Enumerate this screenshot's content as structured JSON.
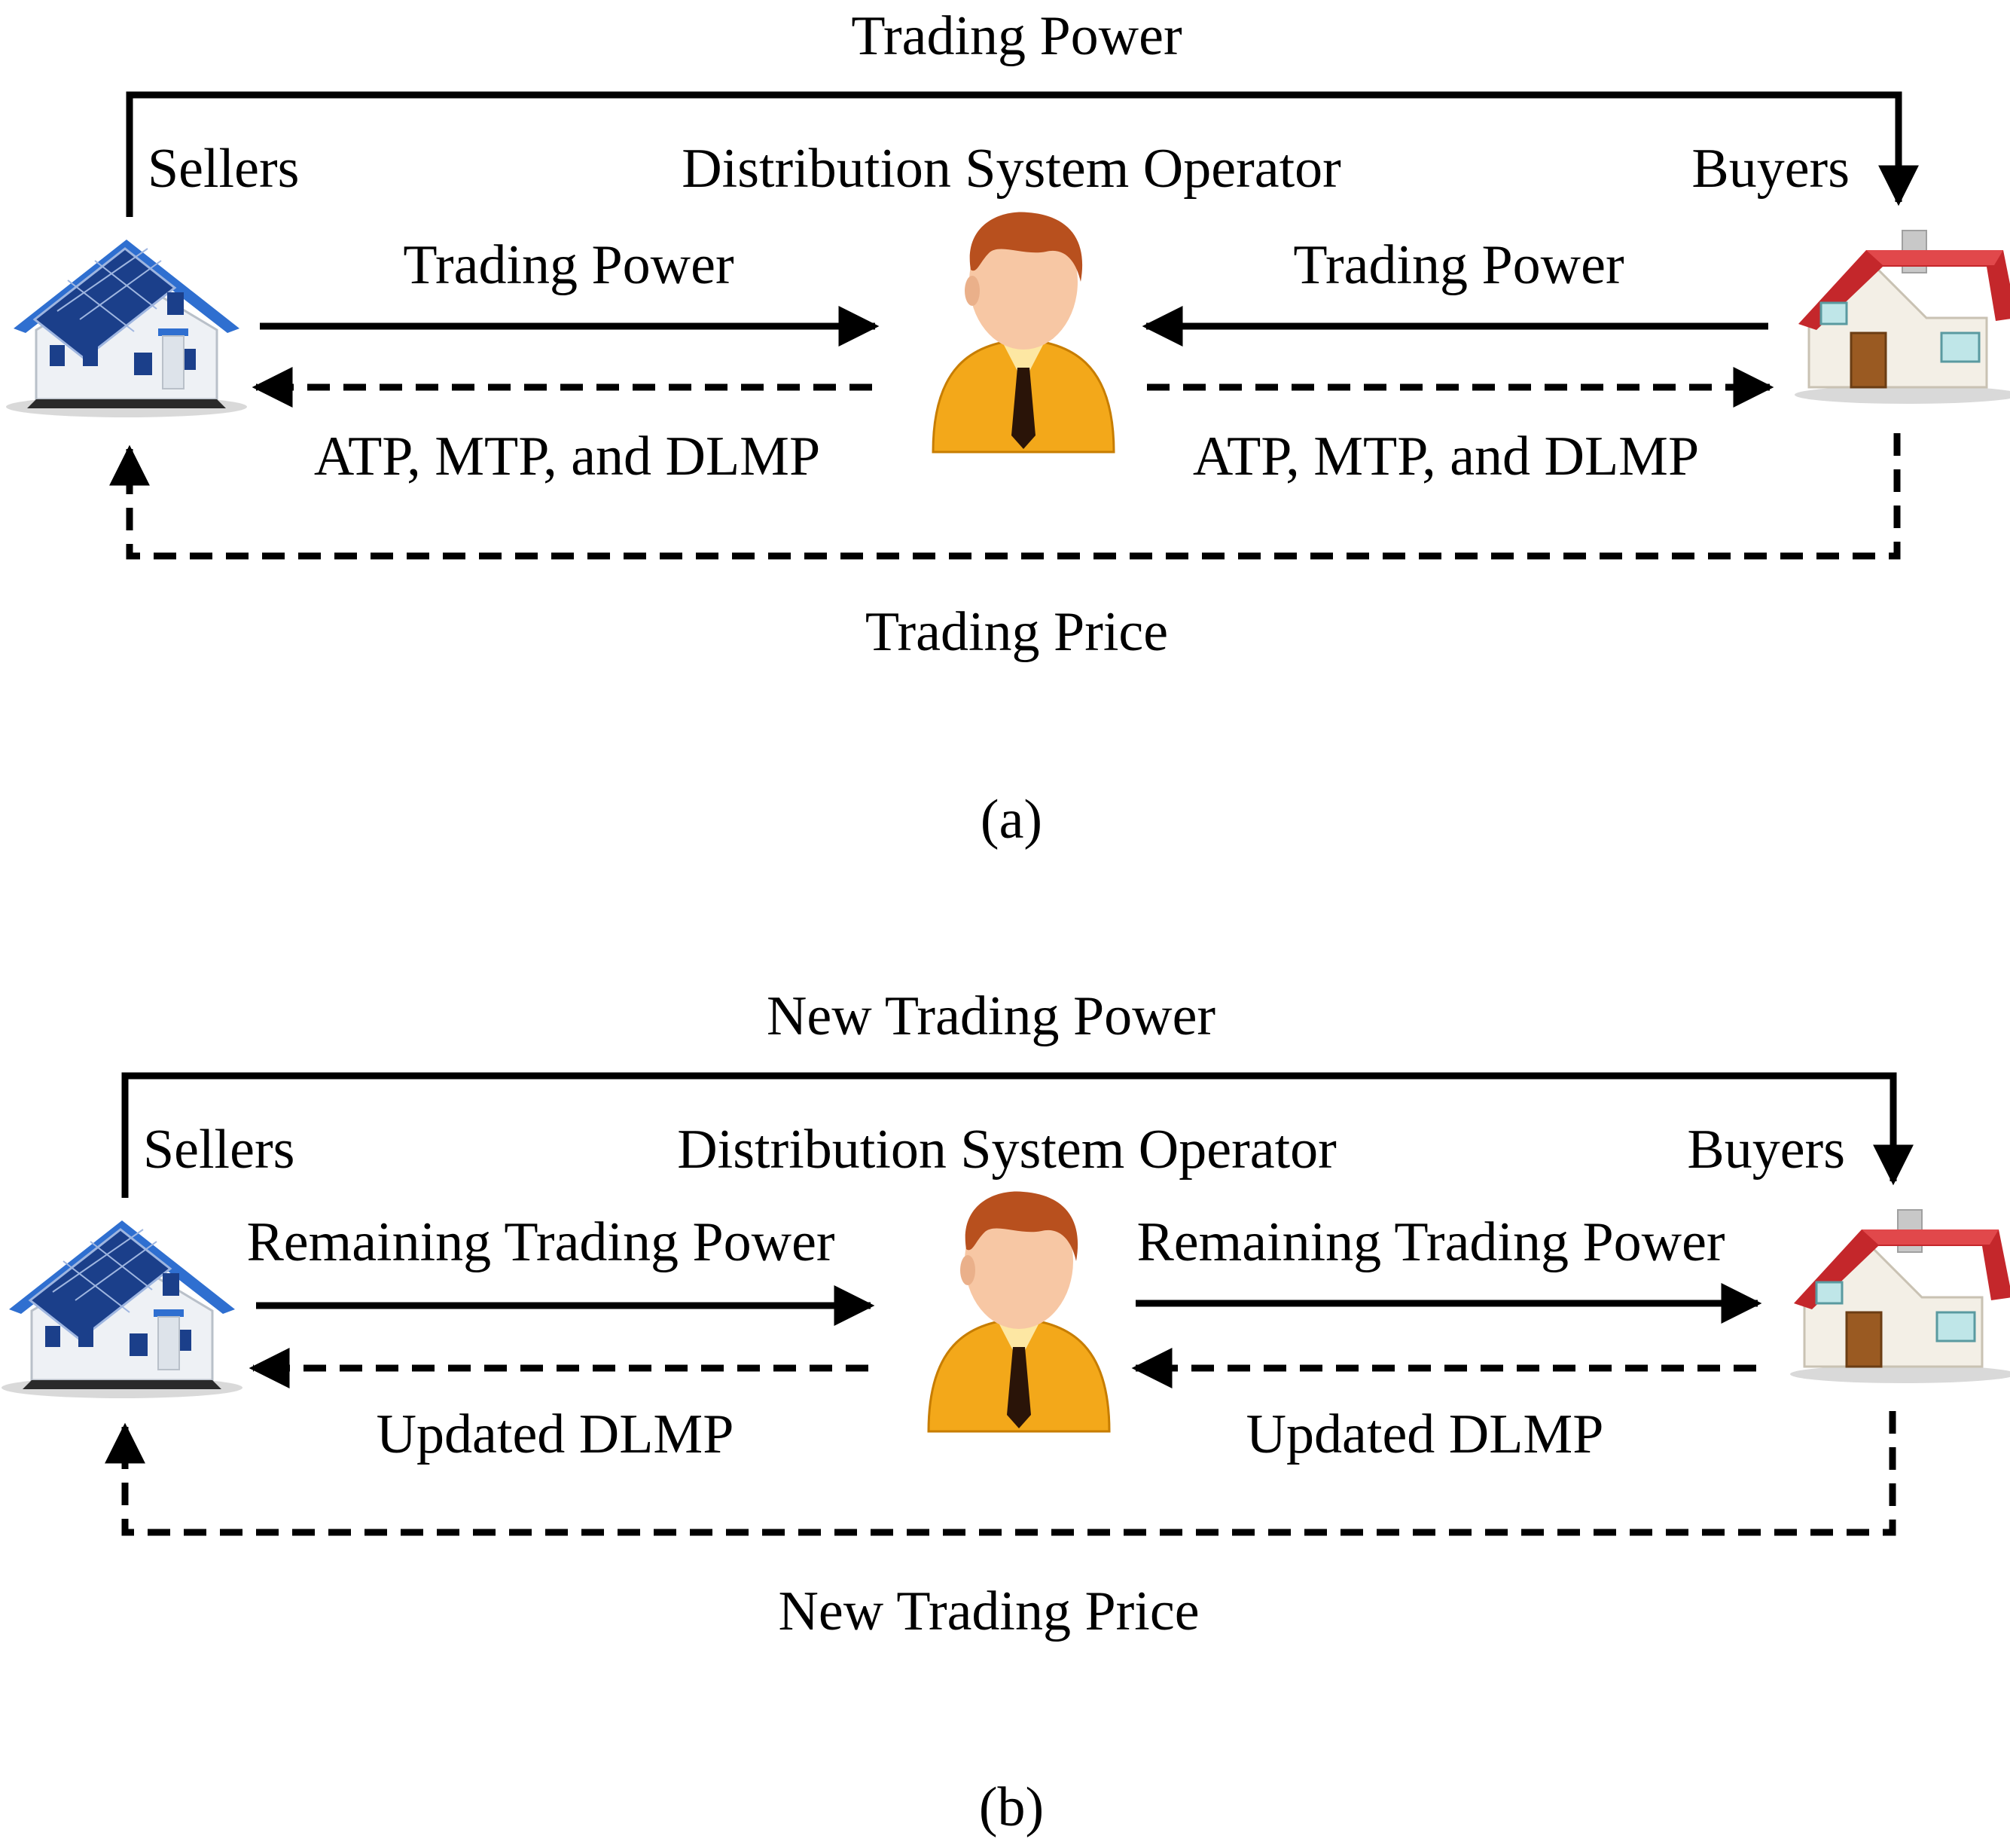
{
  "panels": [
    {
      "id": "a",
      "caption": "(a)",
      "top_label": "Trading Power",
      "bottom_label": "Trading Price",
      "seller_label": "Sellers",
      "operator_label": "Distribution System Operator",
      "buyer_label": "Buyers",
      "left_upper_label": "Trading Power",
      "left_lower_label": "ATP, MTP, and DLMP",
      "right_upper_label": "Trading Power",
      "right_lower_label": "ATP, MTP, and DLMP"
    },
    {
      "id": "b",
      "caption": "(b)",
      "top_label": "New Trading Power",
      "bottom_label": "New Trading Price",
      "seller_label": "Sellers",
      "operator_label": "Distribution System Operator",
      "buyer_label": "Buyers",
      "left_upper_label": "Remaining Trading Power",
      "left_lower_label": "Updated DLMP",
      "right_upper_label": "Remaining Trading Power",
      "right_lower_label": "Updated DLMP"
    }
  ],
  "colors": {
    "line": "#000000",
    "seller_roof": "#2f6fd0",
    "seller_wall": "#eef1f5",
    "solar_panel": "#1b3f8a",
    "buyer_roof": "#c4272b",
    "buyer_wall": "#f3efe6",
    "door": "#9a5a22",
    "operator_hair": "#b8501e",
    "operator_skin": "#f7c7a4",
    "operator_shirt": "#f3a81a",
    "operator_tie": "#2a1408"
  },
  "icons": {
    "seller": "solar-house-icon",
    "operator": "operator-person-icon",
    "buyer": "house-icon"
  }
}
